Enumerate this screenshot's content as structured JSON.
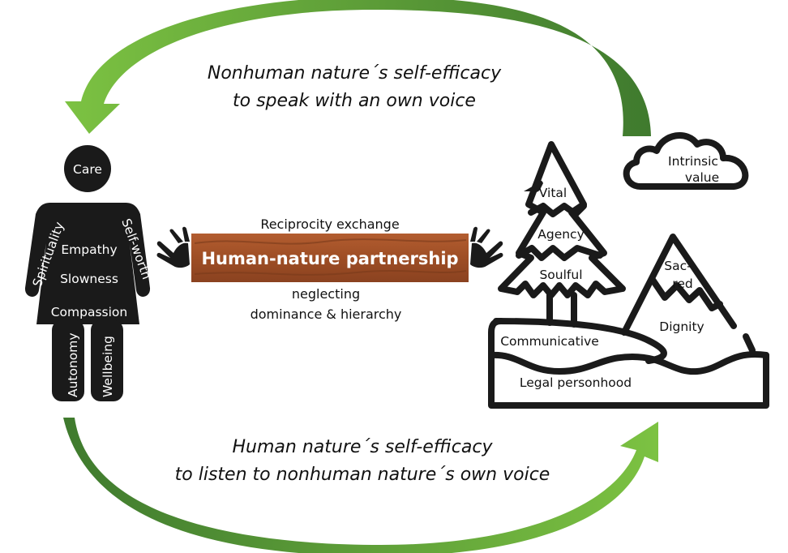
{
  "colors": {
    "arrow_dark": "#3f7a2e",
    "arrow_light": "#7cc242",
    "plank": "#a4522a",
    "plank_dark": "#7a3a1a",
    "figure": "#1a1a1a"
  },
  "top_arrow": {
    "line1": "Nonhuman nature´s self-efficacy",
    "line2": "to speak with an own voice"
  },
  "bottom_arrow": {
    "line1": "Human nature´s self-efficacy",
    "line2": "to listen to nonhuman nature´s own voice"
  },
  "human": {
    "head": "Care",
    "left_arm": "Spirituality",
    "right_arm": "Self-worth",
    "torso": [
      "Empathy",
      "Slowness",
      "Compassion"
    ],
    "left_leg": "Autonomy",
    "right_leg": "Wellbeing"
  },
  "partnership": {
    "above": "Reciprocity exchange",
    "title": "Human-nature partnership",
    "below_line1": "neglecting",
    "below_line2": "dominance & hierarchy"
  },
  "nature": {
    "cloud_line1": "Intrinsic",
    "cloud_line2": "value",
    "tree": [
      "Vital",
      "Agency",
      "Soulful"
    ],
    "mountain_line1": "Sac-",
    "mountain_line2": "red",
    "mountain_body": "Dignity",
    "hill": "Communicative",
    "ground": "Legal personhood"
  }
}
